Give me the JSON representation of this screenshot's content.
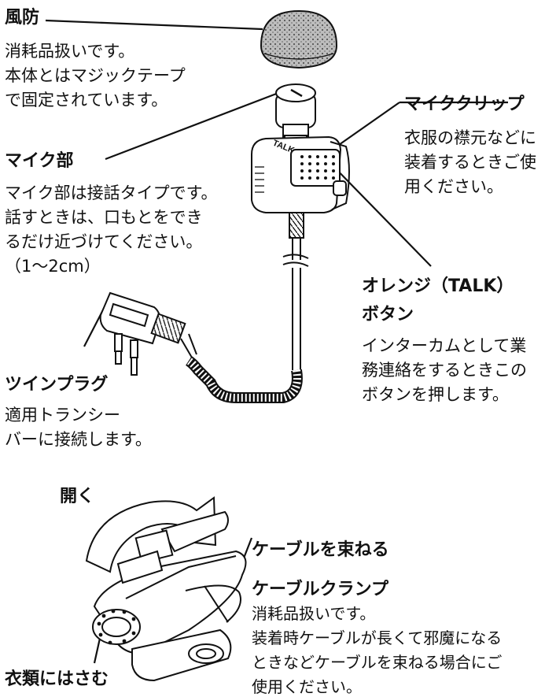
{
  "windscreen": {
    "title": "風防",
    "desc": [
      "消耗品扱いです。",
      "本体とはマジックテープ",
      "で固定されています。"
    ]
  },
  "mic_clip": {
    "title": "マイククリップ",
    "desc": [
      "衣服の襟元などに",
      "装着するときご使",
      "用ください。"
    ]
  },
  "mic_unit": {
    "title": "マイク部",
    "desc": [
      "マイク部は接話タイプです。",
      "話すときは、口もとをでき",
      "るだけ近づけてください。",
      "（1～2cm）"
    ]
  },
  "talk_button": {
    "title": [
      "オレンジ（TALK）",
      "ボタン"
    ],
    "desc": [
      "インターカムとして業",
      "務連絡をするときこの",
      "ボタンを押します。"
    ]
  },
  "twin_plug": {
    "title": "ツインプラグ",
    "desc": [
      "適用トランシー",
      "バーに接続します。"
    ]
  },
  "device_print": {
    "talk": "TALK"
  },
  "clamp_open": "開く",
  "bundle_cable": "ケーブルを束ねる",
  "cable_clamp": {
    "title": "ケーブルクランプ",
    "desc": [
      "消耗品扱いです。",
      "装着時ケーブルが長くて邪魔になる",
      "ときなどケーブルを束ねる場合にご",
      "使用ください。"
    ]
  },
  "clothing_clip": "衣類にはさむ"
}
